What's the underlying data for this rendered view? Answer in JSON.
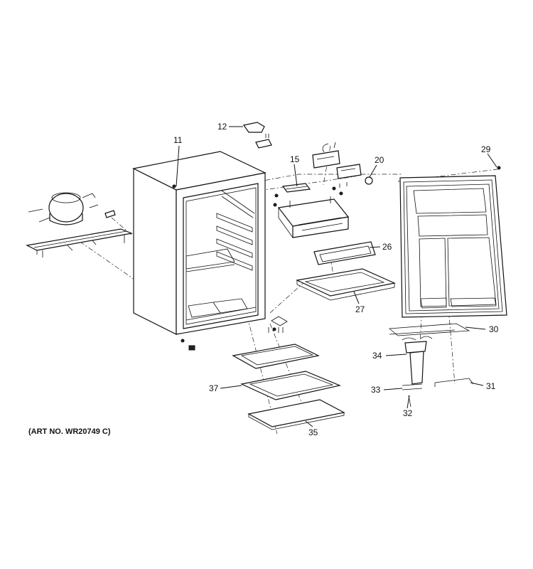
{
  "callouts": {
    "p11": "11",
    "p12": "12",
    "p15": "15",
    "p20": "20",
    "p26": "26",
    "p27": "27",
    "p29": "29",
    "p30": "30",
    "p31": "31",
    "p32": "32",
    "p33": "33",
    "p34": "34",
    "p35": "35",
    "p37": "37"
  },
  "art_number": "(ART NO. WR20749 C)"
}
